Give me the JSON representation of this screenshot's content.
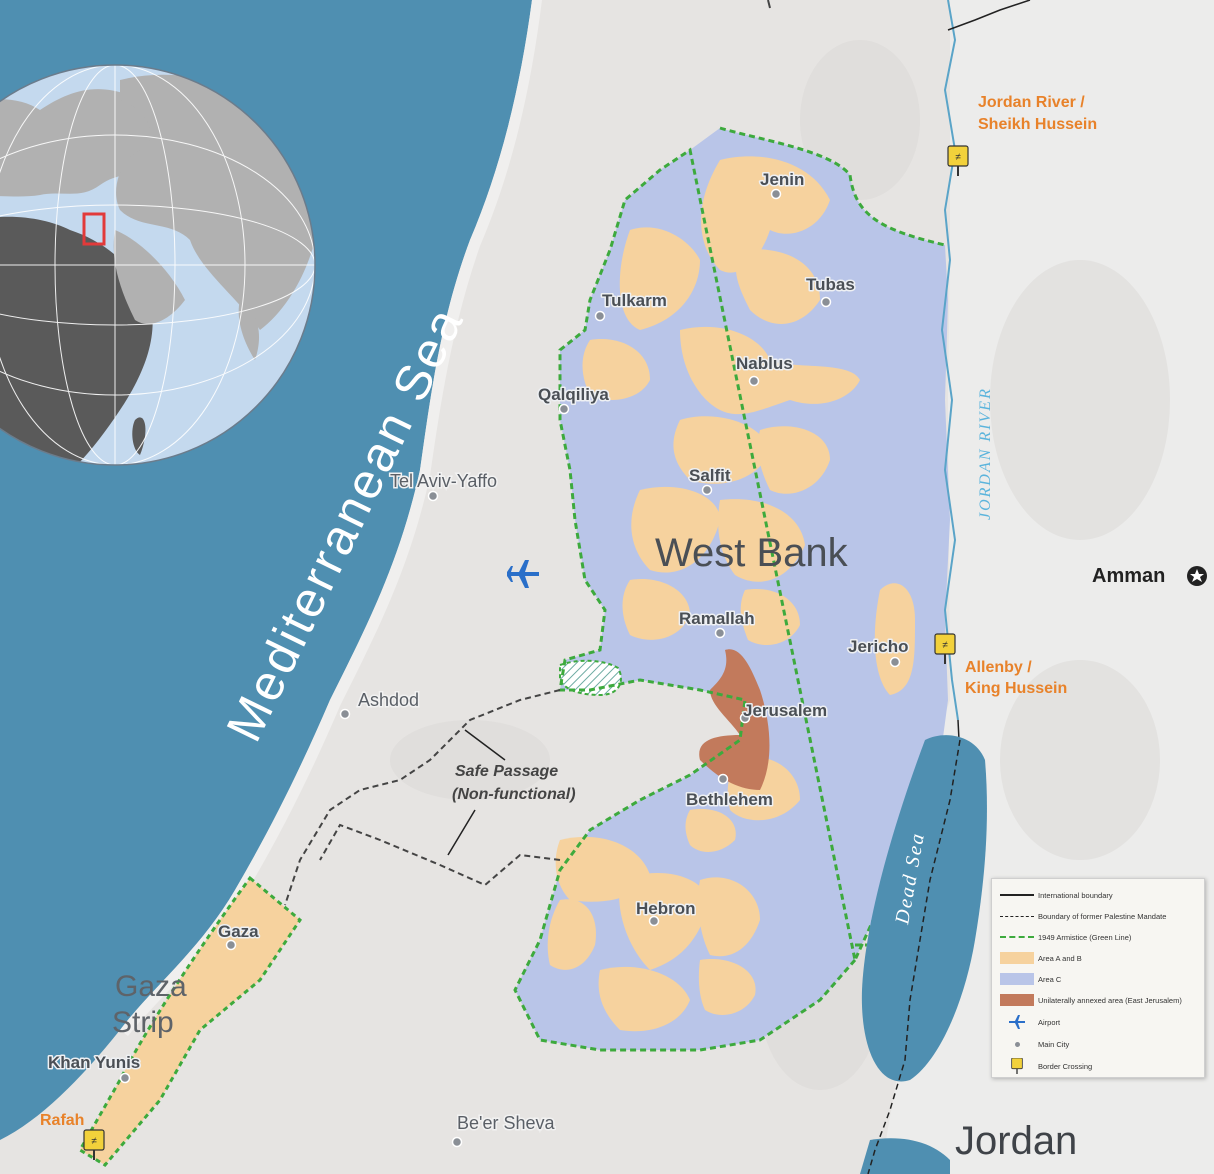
{
  "sea": {
    "mediterranean": "Mediterranean Sea",
    "dead_sea": "Dead Sea"
  },
  "river": {
    "jordan_river": "JORDAN RIVER"
  },
  "regions": {
    "west_bank": "West Bank",
    "gaza_line1": "Gaza",
    "gaza_line2": "Strip",
    "jordan": "Jordan"
  },
  "capital": {
    "amman": "Amman"
  },
  "cities": {
    "jenin": "Jenin",
    "tubas": "Tubas",
    "tulkarm": "Tulkarm",
    "nablus": "Nablus",
    "qalqiliya": "Qalqiliya",
    "salfit": "Salfit",
    "ramallah": "Ramallah",
    "jericho": "Jericho",
    "jerusalem": "Jerusalem",
    "bethlehem": "Bethlehem",
    "hebron": "Hebron",
    "gaza": "Gaza",
    "khan_yunis": "Khan Yunis"
  },
  "israel_cities": {
    "tel_aviv": "Tel Aviv-Yaffo",
    "ashdod": "Ashdod",
    "beer_sheva": "Be'er Sheva"
  },
  "crossings": {
    "sheikh_hussein_1": "Jordan River /",
    "sheikh_hussein_2": "Sheikh Hussein",
    "allenby_1": "Allenby /",
    "allenby_2": "King Hussein",
    "rafah": "Rafah"
  },
  "safe_passage": {
    "line1": "Safe Passage",
    "line2": "(Non-functional)"
  },
  "legend": {
    "items": [
      {
        "label": "International boundary"
      },
      {
        "label": "Boundary of former Palestine Mandate"
      },
      {
        "label": "1949 Armistice (Green Line)"
      },
      {
        "label": "Area A and B"
      },
      {
        "label": "Area C"
      },
      {
        "label": "Unilaterally annexed area (East Jerusalem)"
      },
      {
        "label": "Airport"
      },
      {
        "label": "Main City"
      },
      {
        "label": "Border Crossing"
      }
    ]
  },
  "colors": {
    "sea": "#4f8fb1",
    "land_israel": "#e6e4e2",
    "area_c": "#b9c5e8",
    "area_ab": "#f6d29e",
    "annexed": "#c27a5c",
    "green_line": "#3daa3d",
    "jordan_land": "#ececeb",
    "airport": "#2a6fc9",
    "crossing_label": "#e8822a"
  },
  "icons": {
    "airport": "airplane-icon",
    "crossing": "border-crossing-icon",
    "capital": "star-icon",
    "city": "city-dot-icon"
  }
}
